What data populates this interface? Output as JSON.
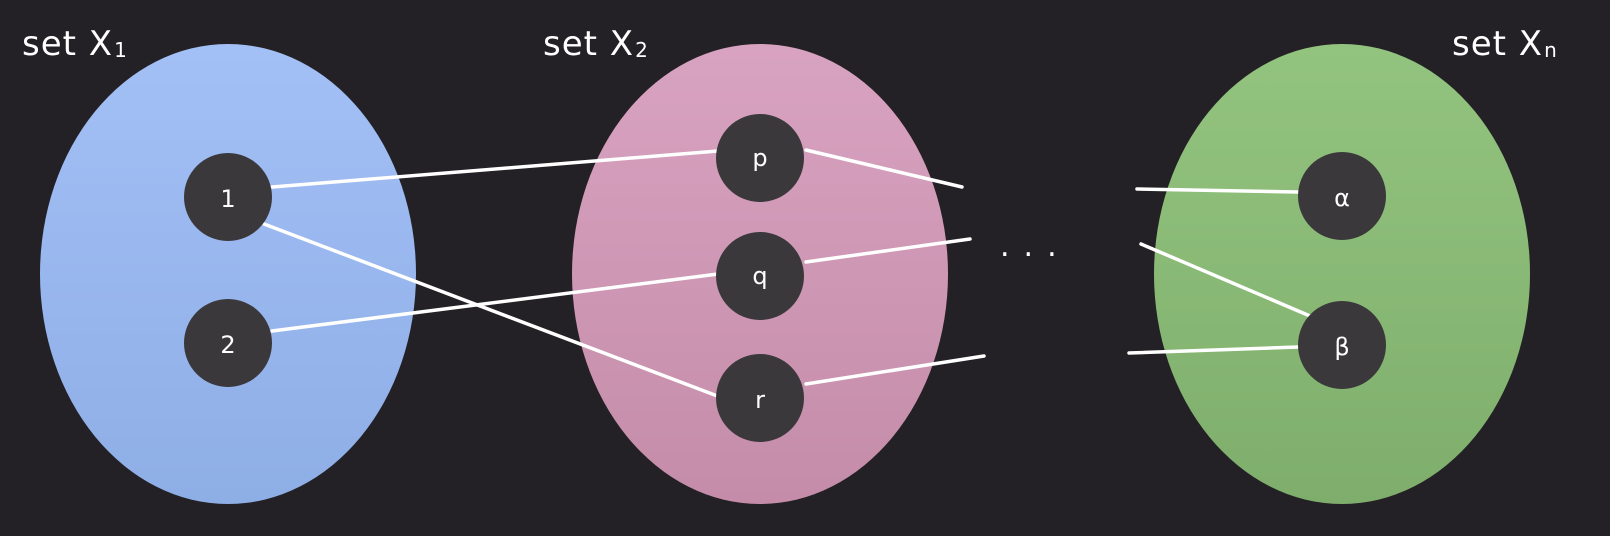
{
  "sets": [
    {
      "label": "set X",
      "subscript": "1",
      "color": "#9dbaf2"
    },
    {
      "label": "set X",
      "subscript": "2",
      "color": "#d29cba"
    },
    {
      "label": "set X",
      "subscript": "n",
      "color": "#8dbd78"
    }
  ],
  "nodes": {
    "n1": "1",
    "n2": "2",
    "p": "p",
    "q": "q",
    "r": "r",
    "alpha": "α",
    "beta": "β"
  },
  "ellipsis": "...",
  "colors": {
    "background": "#232125",
    "node_fill": "#3a383b",
    "edge": "#ffffff"
  }
}
